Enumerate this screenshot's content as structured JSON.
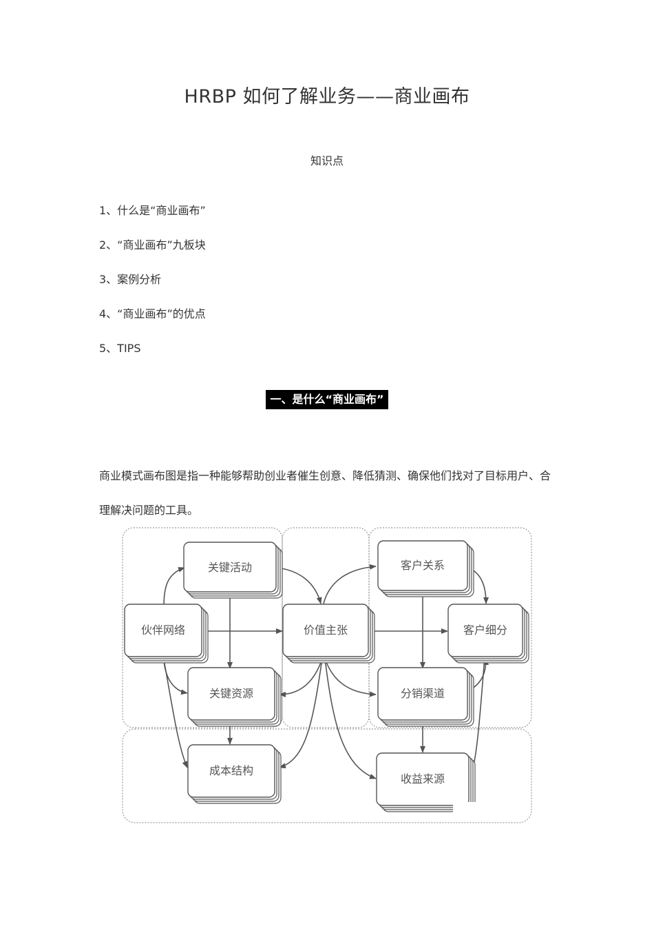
{
  "document": {
    "title": "HRBP 如何了解业务——商业画布",
    "subtitle": "知识点",
    "toc": [
      "1、什么是“商业画布”",
      "2、“商业画布”九板块",
      "3、案例分析",
      "4、“商业画布”的优点",
      "5、TIPS"
    ],
    "section_heading": "一、是什么“商业画布”",
    "paragraph": "商业模式画布图是指一种能够帮助创业者催生创意、降低猜测、确保他们找对了目标用户、合理解决问题的工具。"
  },
  "diagram": {
    "nodes": {
      "key_activities": "关键活动",
      "partner_network": "伙伴网络",
      "key_resources": "关键资源",
      "cost_structure": "成本结构",
      "value_proposition": "价值主张",
      "customer_relationships": "客户关系",
      "customer_segments": "客户细分",
      "channels": "分销渠道",
      "revenue_streams": "收益来源"
    },
    "colors": {
      "box_fill": "#ffffff",
      "box_stroke": "#555555",
      "region_stroke": "#999999",
      "arrow": "#555555",
      "text": "#555555"
    }
  }
}
